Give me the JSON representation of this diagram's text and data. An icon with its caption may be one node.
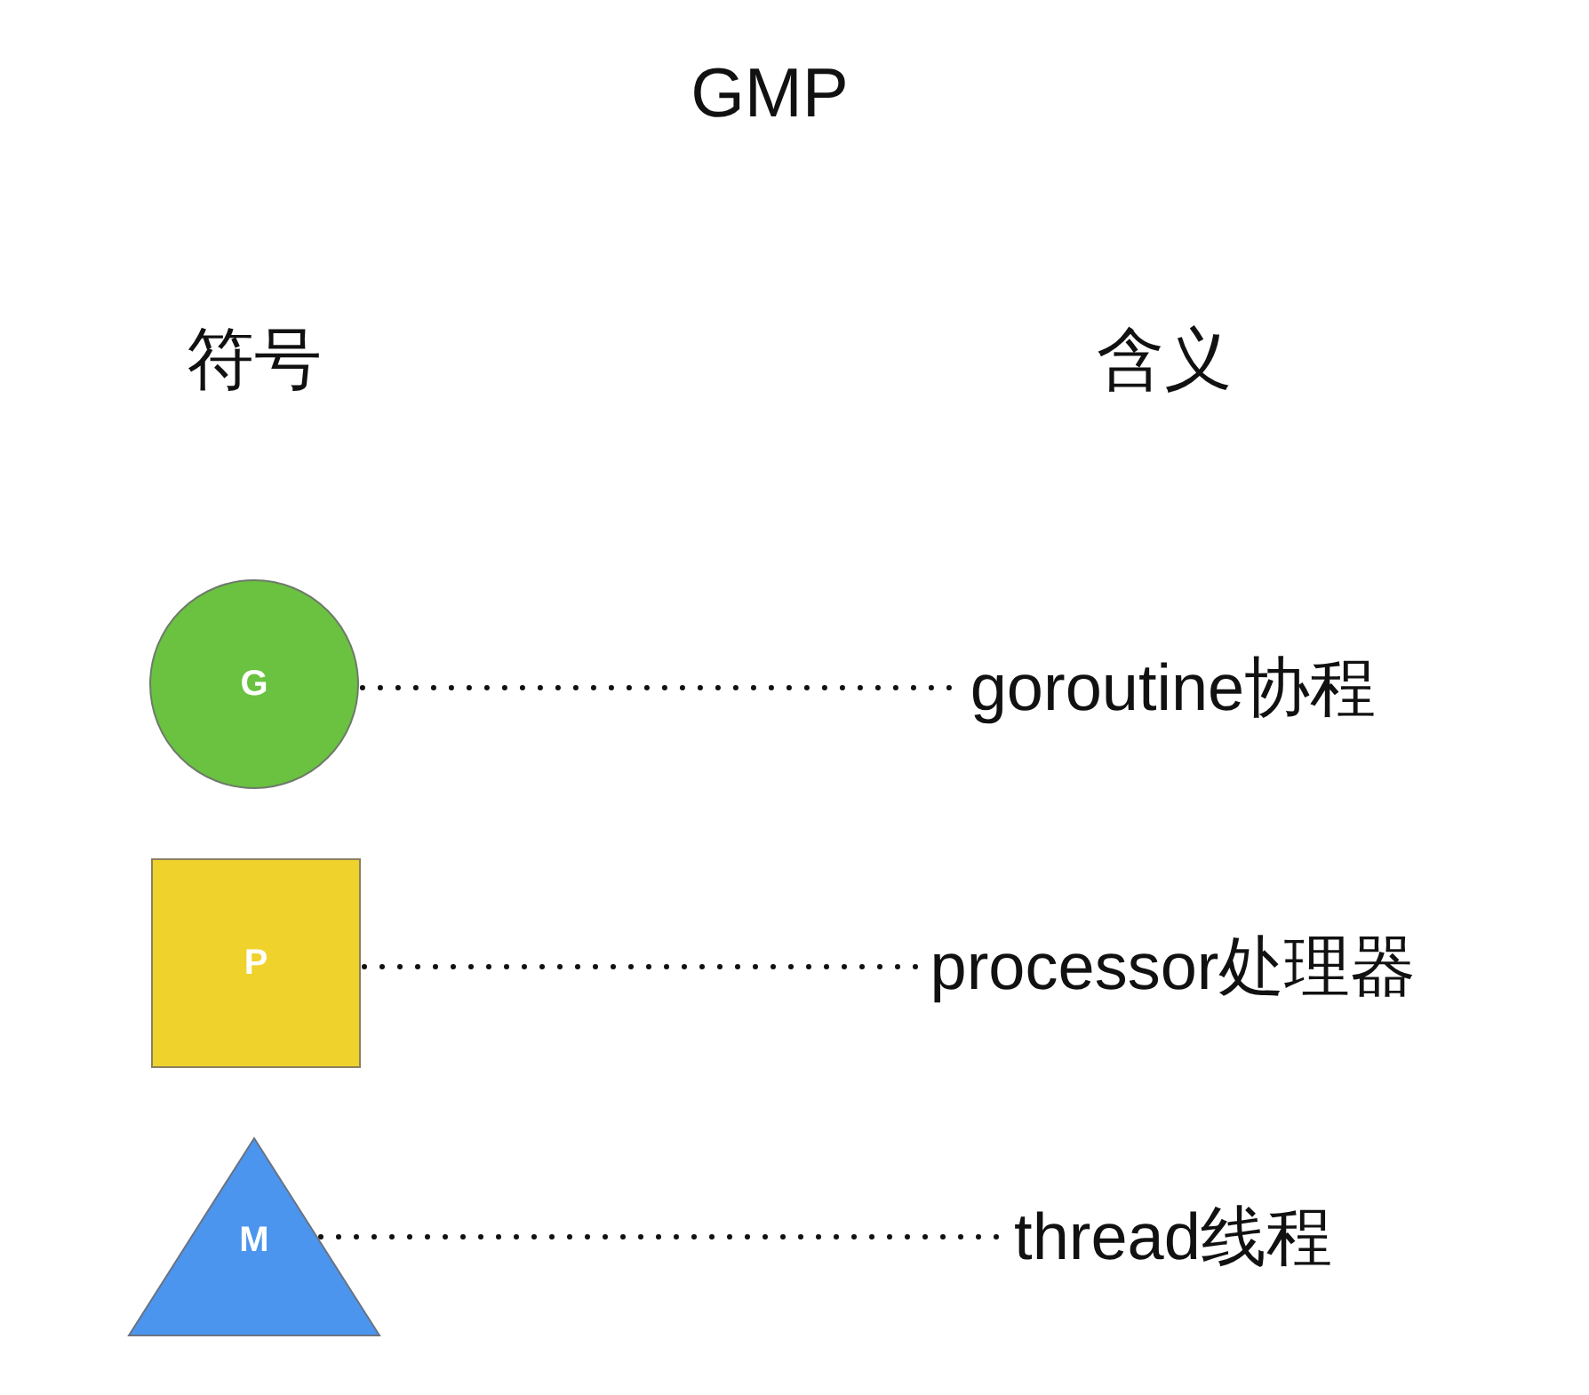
{
  "diagram": {
    "title": "GMP",
    "nodes": [
      {
        "text": [
          "G"
        ]
      },
      {
        "text": [
          "goroutine协程"
        ]
      },
      {
        "text": [
          "P"
        ]
      },
      {
        "text": [
          "processor处理器"
        ]
      },
      {
        "text": [
          "M"
        ]
      },
      {
        "text": [
          "thread线程"
        ]
      }
    ],
    "edges": [
      {
        "from": 0,
        "to": 1,
        "arrow": "none",
        "style": "dashed"
      },
      {
        "from": 2,
        "to": 3,
        "arrow": "none",
        "style": "dashed"
      },
      {
        "from": 4,
        "to": 5,
        "arrow": "none",
        "style": "dashed"
      }
    ],
    "labels": [
      "符号",
      "含义"
    ]
  }
}
